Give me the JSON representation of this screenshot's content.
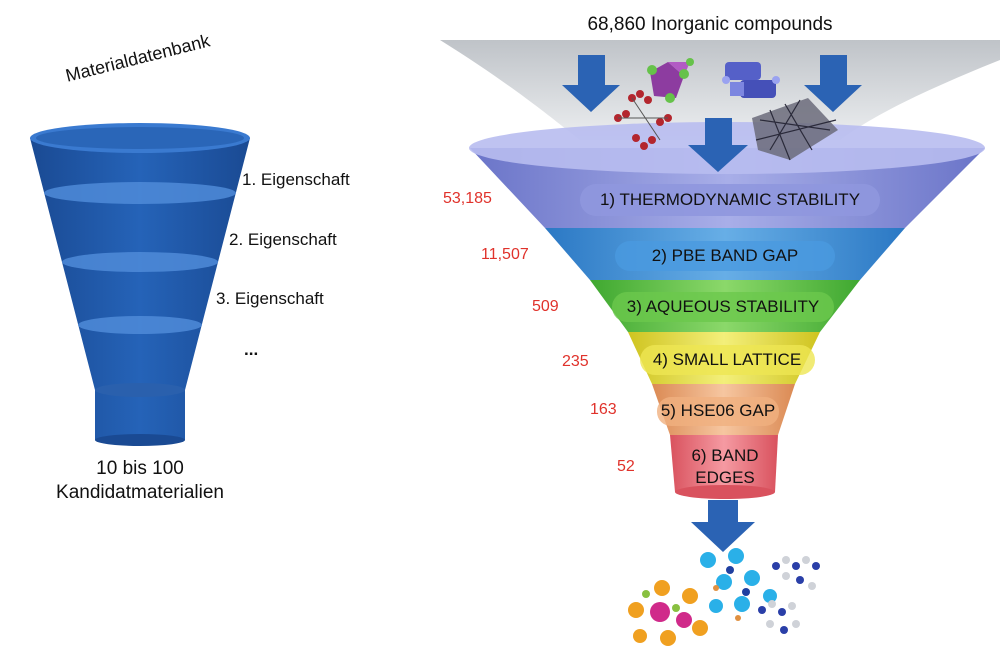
{
  "left_funnel": {
    "title": "Materialdatenbank",
    "properties": [
      "1. Eigenschaft",
      "2. Eigenschaft",
      "3. Eigenschaft",
      "..."
    ],
    "output_line1": "10 bis 100",
    "output_line2": "Kandidatmaterialien",
    "color": "#1f58a6"
  },
  "right_funnel": {
    "input_label": "68,860 Inorganic compounds",
    "stages": [
      {
        "label": "1) THERMODYNAMIC STABILITY",
        "count": "53,185",
        "color": "#7a86d8"
      },
      {
        "label": "2) PBE BAND GAP",
        "count": "11,507",
        "color": "#3d8fd6"
      },
      {
        "label": "3) AQUEOUS STABILITY",
        "count": "509",
        "color": "#5cbf3c"
      },
      {
        "label": "4) SMALL LATTICE",
        "count": "235",
        "color": "#e3dd3a"
      },
      {
        "label": "5) HSE06 GAP",
        "count": "163",
        "color": "#eba06a"
      },
      {
        "label": "6) BAND EDGES",
        "label_line1": "6) BAND",
        "label_line2": "EDGES",
        "count": "52",
        "color": "#e86a74"
      }
    ],
    "count_color": "#e0322b",
    "arrow_color": "#2b63b4"
  }
}
